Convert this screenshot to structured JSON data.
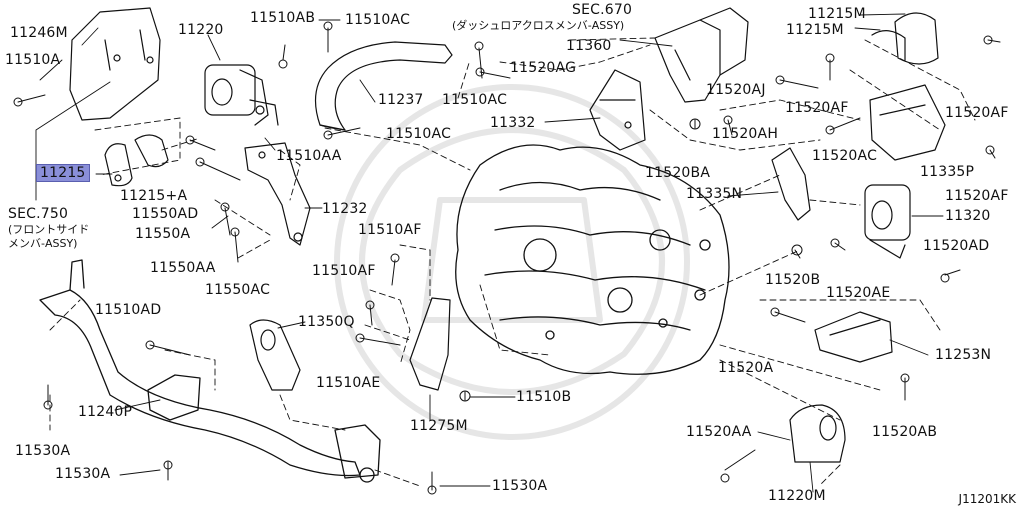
{
  "diagram": {
    "code": "J11201KK",
    "highlighted_part": "11215",
    "sections": {
      "sec750": {
        "number": "SEC.750",
        "text": "(フロントサイド",
        "text2": "メンバ-ASSY)"
      },
      "sec670": {
        "number": "SEC.670",
        "text": "(ダッシュロアクロスメンバ-ASSY)"
      }
    },
    "labels": {
      "p11246M": "11246M",
      "p11510A": "11510A",
      "p11220": "11220",
      "p11510AB": "11510AB",
      "p11510AC_top": "11510AC",
      "p11510AC_mid": "11510AC",
      "p11510AC_low": "11510AC",
      "p11237": "11237",
      "p11510AA": "11510AA",
      "p11215": "11215",
      "p11215A": "11215+A",
      "p11550AD": "11550AD",
      "p11550A": "11550A",
      "p11232": "11232",
      "p11550AA": "11550AA",
      "p11550AC": "11550AC",
      "p11510AF_1": "11510AF",
      "p11510AF_2": "11510AF",
      "p11360": "11360",
      "p11520AG": "11520AG",
      "p11332": "11332",
      "p11520BA": "11520BA",
      "p11520AJ": "11520AJ",
      "p11520AH": "11520AH",
      "p11215M_1": "11215M",
      "p11215M_2": "11215M",
      "p11520AF_1": "11520AF",
      "p11520AF_2": "11520AF",
      "p11520AF_3": "11520AF",
      "p11520AC": "11520AC",
      "p11335P": "11335P",
      "p11335N": "11335N",
      "p11320": "11320",
      "p11520AD": "11520AD",
      "p11520B": "11520B",
      "p11520AE": "11520AE",
      "p11510AD": "11510AD",
      "p11350Q": "11350Q",
      "p11510AE": "11510AE",
      "p11510B": "11510B",
      "p11275M": "11275M",
      "p11240P": "11240P",
      "p11530A_1": "11530A",
      "p11530A_2": "11530A",
      "p11530A_3": "11530A",
      "p11520A": "11520A",
      "p11253N": "11253N",
      "p11520AA": "11520AA",
      "p11520AB": "11520AB",
      "p11220M": "11220M"
    }
  }
}
